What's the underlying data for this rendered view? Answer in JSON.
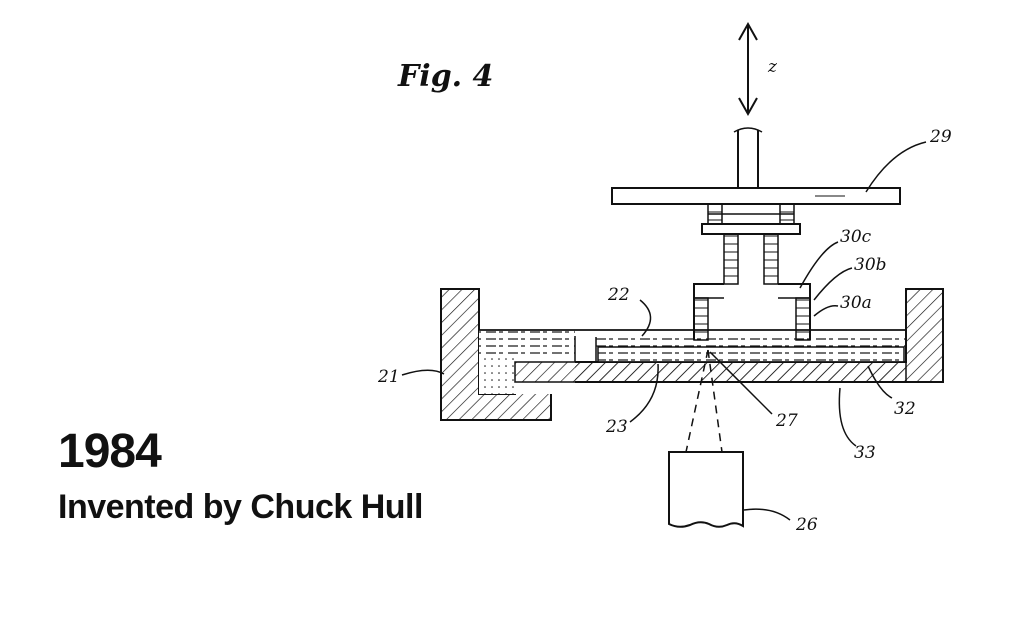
{
  "figure": {
    "title": "Fig. 4",
    "axis_label": "z",
    "callouts": {
      "n29": "29",
      "n30c": "30c",
      "n30b": "30b",
      "n30a": "30a",
      "n22": "22",
      "n21": "21",
      "n23": "23",
      "n27": "27",
      "n32": "32",
      "n33": "33",
      "n26": "26"
    }
  },
  "caption": {
    "year": "1984",
    "inventor": "Invented by Chuck Hull"
  }
}
